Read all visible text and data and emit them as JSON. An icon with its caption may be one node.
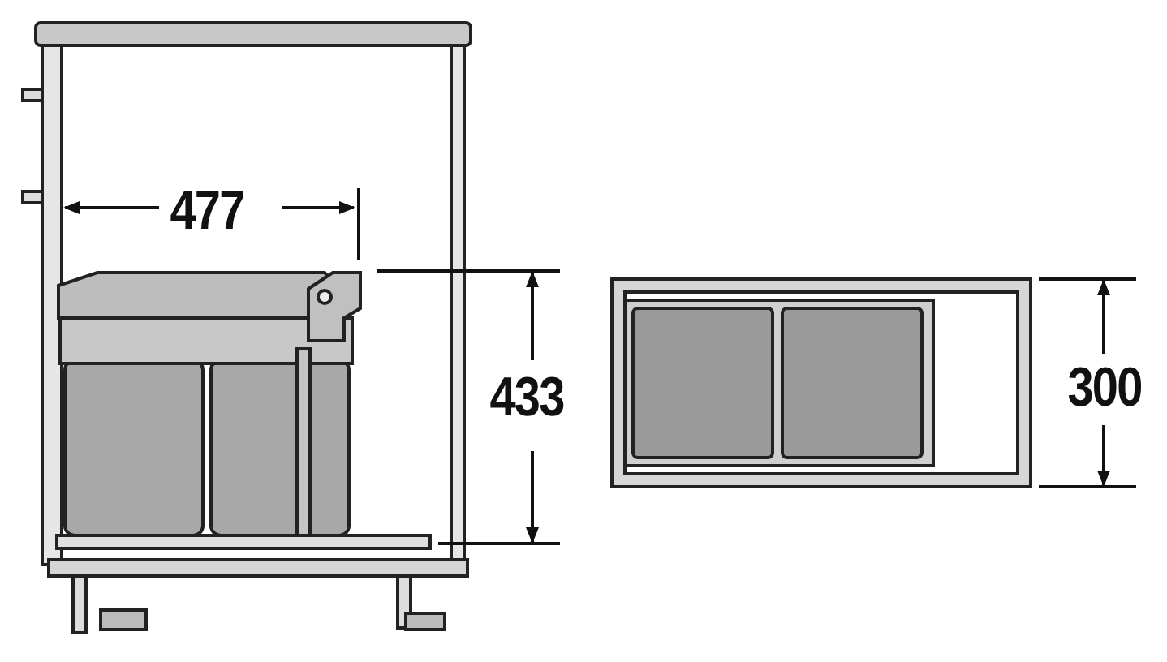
{
  "diagram": {
    "labels": [
      "477",
      "433",
      "300"
    ]
  }
}
